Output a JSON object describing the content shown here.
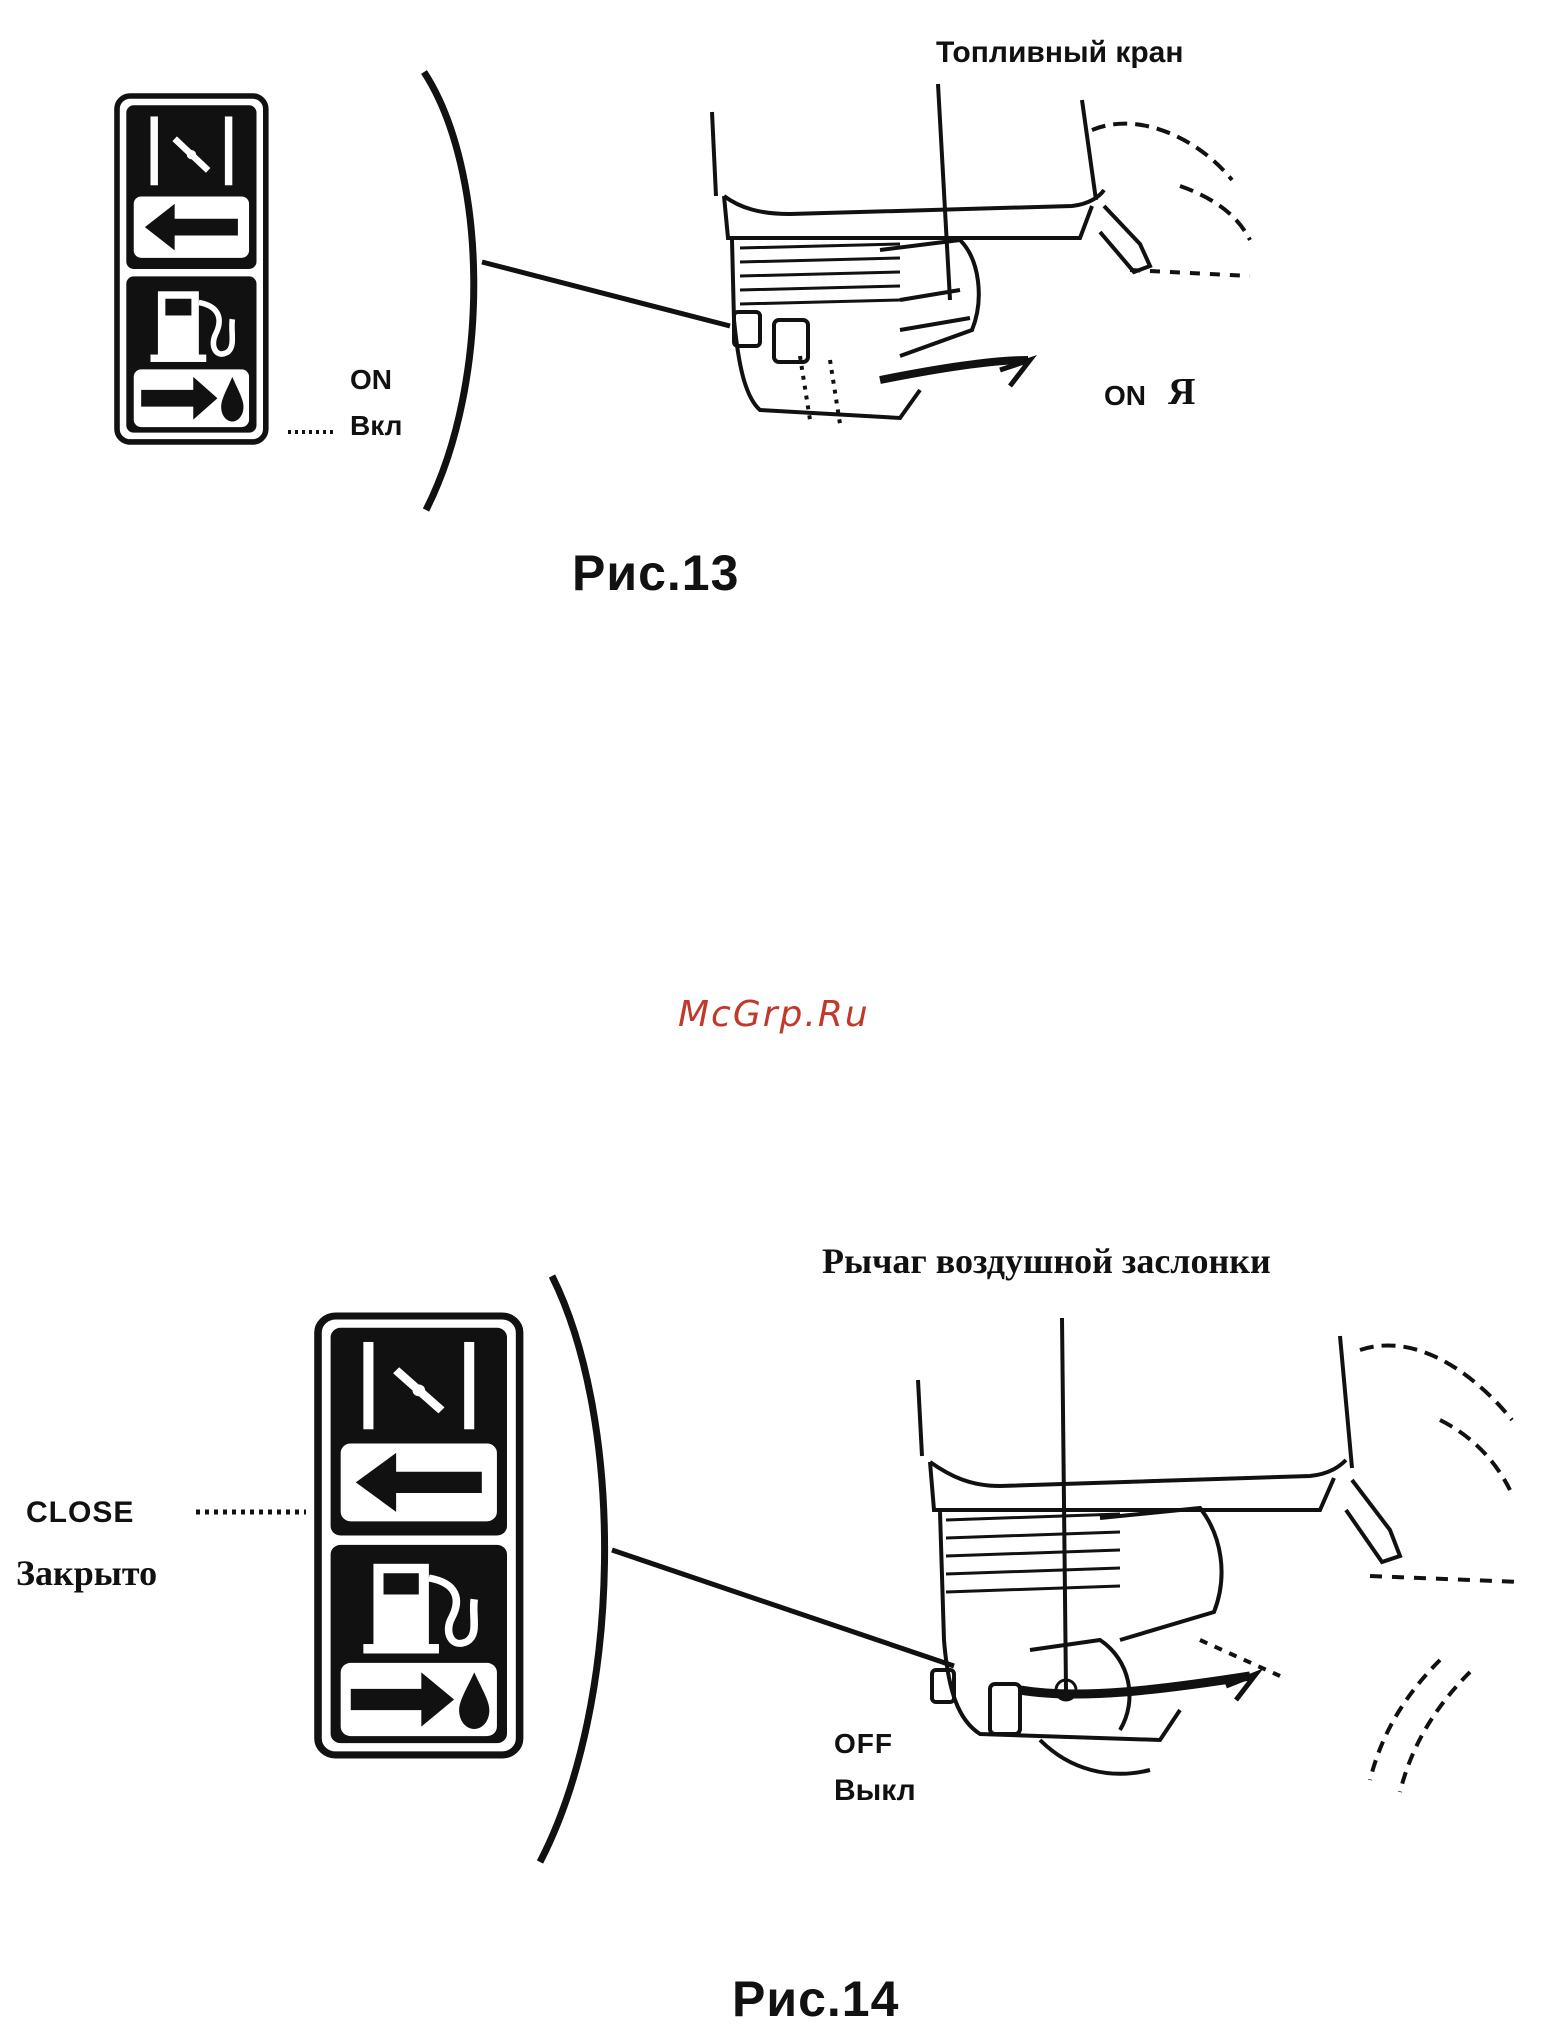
{
  "watermark": "McGrp.Ru",
  "colors": {
    "ink": "#111111",
    "watermark": "#c0392b",
    "paper": "#ffffff"
  },
  "figures": [
    {
      "caption": "Рис.13",
      "callout_top": "Топливный кран",
      "panel_labels": [
        "ON",
        "Вкл"
      ],
      "engine_label": "ON",
      "engine_symbol": "Я",
      "icons": [
        "choke-icon",
        "arrow-left-icon",
        "fuel-pump-icon",
        "arrow-right-fuel-drop-icon"
      ]
    },
    {
      "caption": "Рис.14",
      "callout_top": "Рычаг воздушной заслонки",
      "side_labels": [
        "CLOSE",
        "Закрыто"
      ],
      "engine_labels": [
        "OFF",
        "Выкл"
      ],
      "icons": [
        "choke-icon",
        "arrow-left-icon",
        "fuel-pump-icon",
        "arrow-right-fuel-drop-icon"
      ]
    }
  ]
}
